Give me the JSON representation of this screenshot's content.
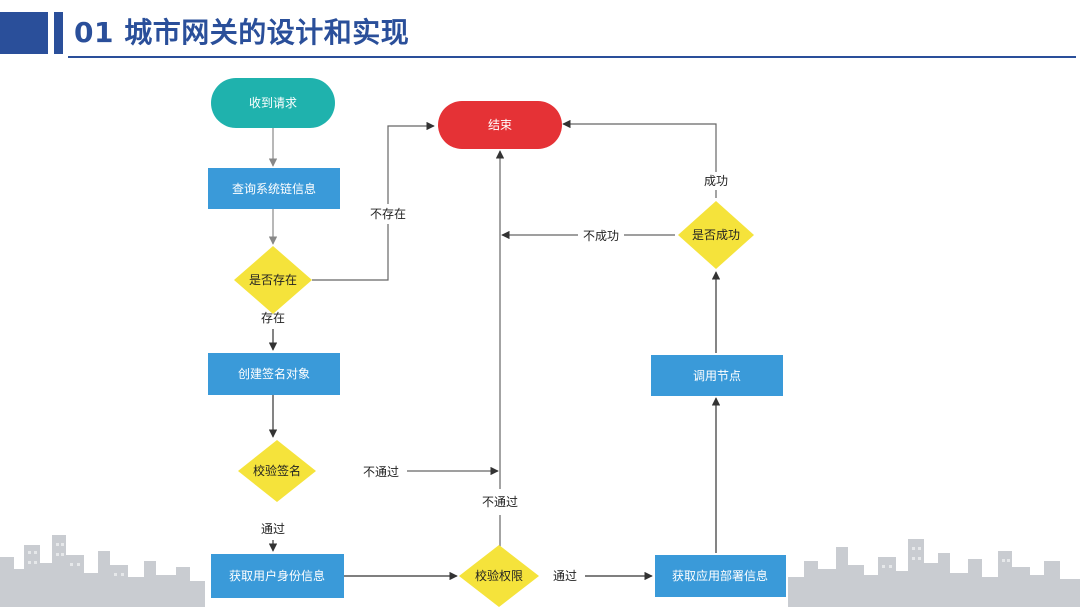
{
  "slide": {
    "title": "01 城市网关的设计和实现"
  },
  "nodes": {
    "receive_request": "收到请求",
    "end": "结束",
    "query_chain_info": "查询系统链信息",
    "exists_decision": "是否存在",
    "create_signature": "创建签名对象",
    "verify_signature": "校验签名",
    "get_user_info": "获取用户身份信息",
    "verify_permission": "校验权限",
    "get_app_info": "获取应用部署信息",
    "call_node": "调用节点",
    "success_decision": "是否成功"
  },
  "edges": {
    "not_exist": "不存在",
    "exist": "存在",
    "not_pass_sign": "不通过",
    "pass_sign": "通过",
    "not_pass_perm": "不通过",
    "pass_perm": "通过",
    "success": "成功",
    "not_success": "不成功"
  },
  "colors": {
    "accent": "#2a4f9a",
    "start_node": "#1fb2ad",
    "end_node": "#e53236",
    "process_box": "#3a9ad9",
    "decision": "#f5e33b"
  }
}
